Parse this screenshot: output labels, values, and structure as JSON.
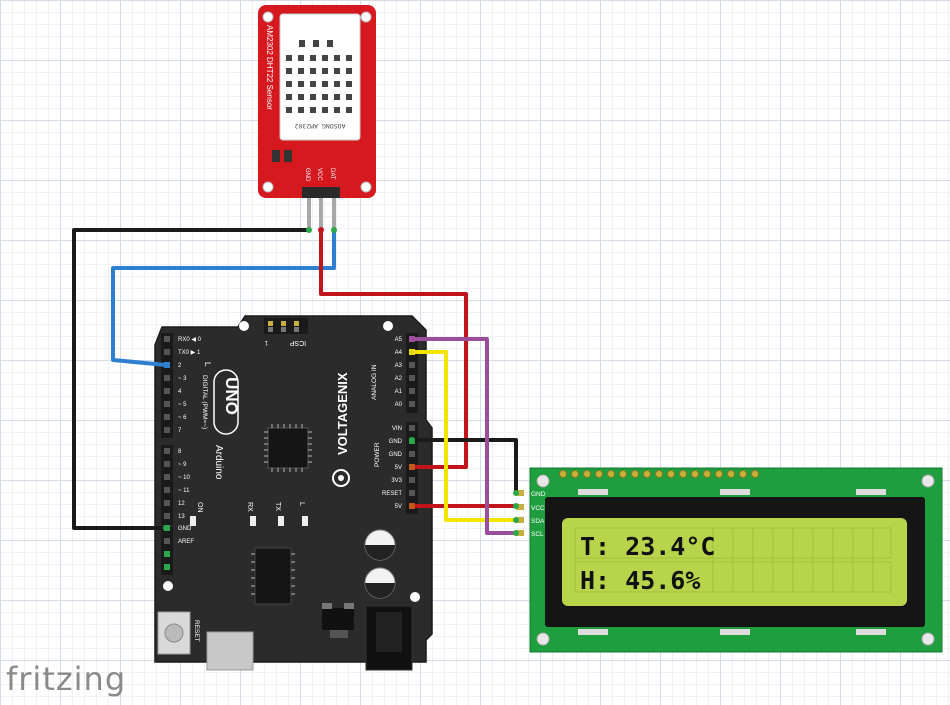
{
  "sensor": {
    "text_line1": "AM2302 DHT22 Sensor",
    "bottom_text": "AOSONG AM2302",
    "pins": [
      "GND",
      "VCC",
      "DAT"
    ]
  },
  "arduino": {
    "brand": "VOLTAGENIX",
    "model": "UNO",
    "maker": "Arduino",
    "digital_label": "DIGITAL (PWM=~)",
    "analog_label": "ANALOG IN",
    "power_label": "POWER",
    "icsp": "ICSP",
    "led_on": "ON",
    "led_rx": "RX",
    "led_tx": "TX",
    "led_l": "L",
    "reset": "RESET",
    "left_pins": [
      "RX0 ◀ 0",
      "TX0 ▶ 1",
      "2",
      "~ 3",
      "4",
      "~ 5",
      "~ 6",
      "7",
      "8",
      "~ 9",
      "~ 10",
      "~ 11",
      "12",
      "13",
      "GND",
      "AREF"
    ],
    "right_analog_pins": [
      "A5",
      "A4",
      "A3",
      "A2",
      "A1",
      "A0"
    ],
    "right_power_pins": [
      "VIN",
      "GND",
      "GND",
      "5V",
      "3V3",
      "RESET",
      "5V"
    ]
  },
  "lcd": {
    "pins": [
      "GND",
      "VCC",
      "SDA",
      "SCL"
    ],
    "line1": "T: 23.4°C",
    "line2": "H: 45.6%"
  },
  "colors": {
    "wire_black": "#1a1a1a",
    "wire_red": "#c0151b",
    "wire_blue": "#2f7fd1",
    "wire_yellow": "#f2e600",
    "wire_purple": "#9b4f9b",
    "sensor_pcb": "#d6181f",
    "arduino_pcb": "#2b2b2b",
    "lcd_pcb": "#1e9e3e",
    "lcd_screen": "#b7d44a"
  },
  "footer": {
    "logo": "fritzing"
  }
}
